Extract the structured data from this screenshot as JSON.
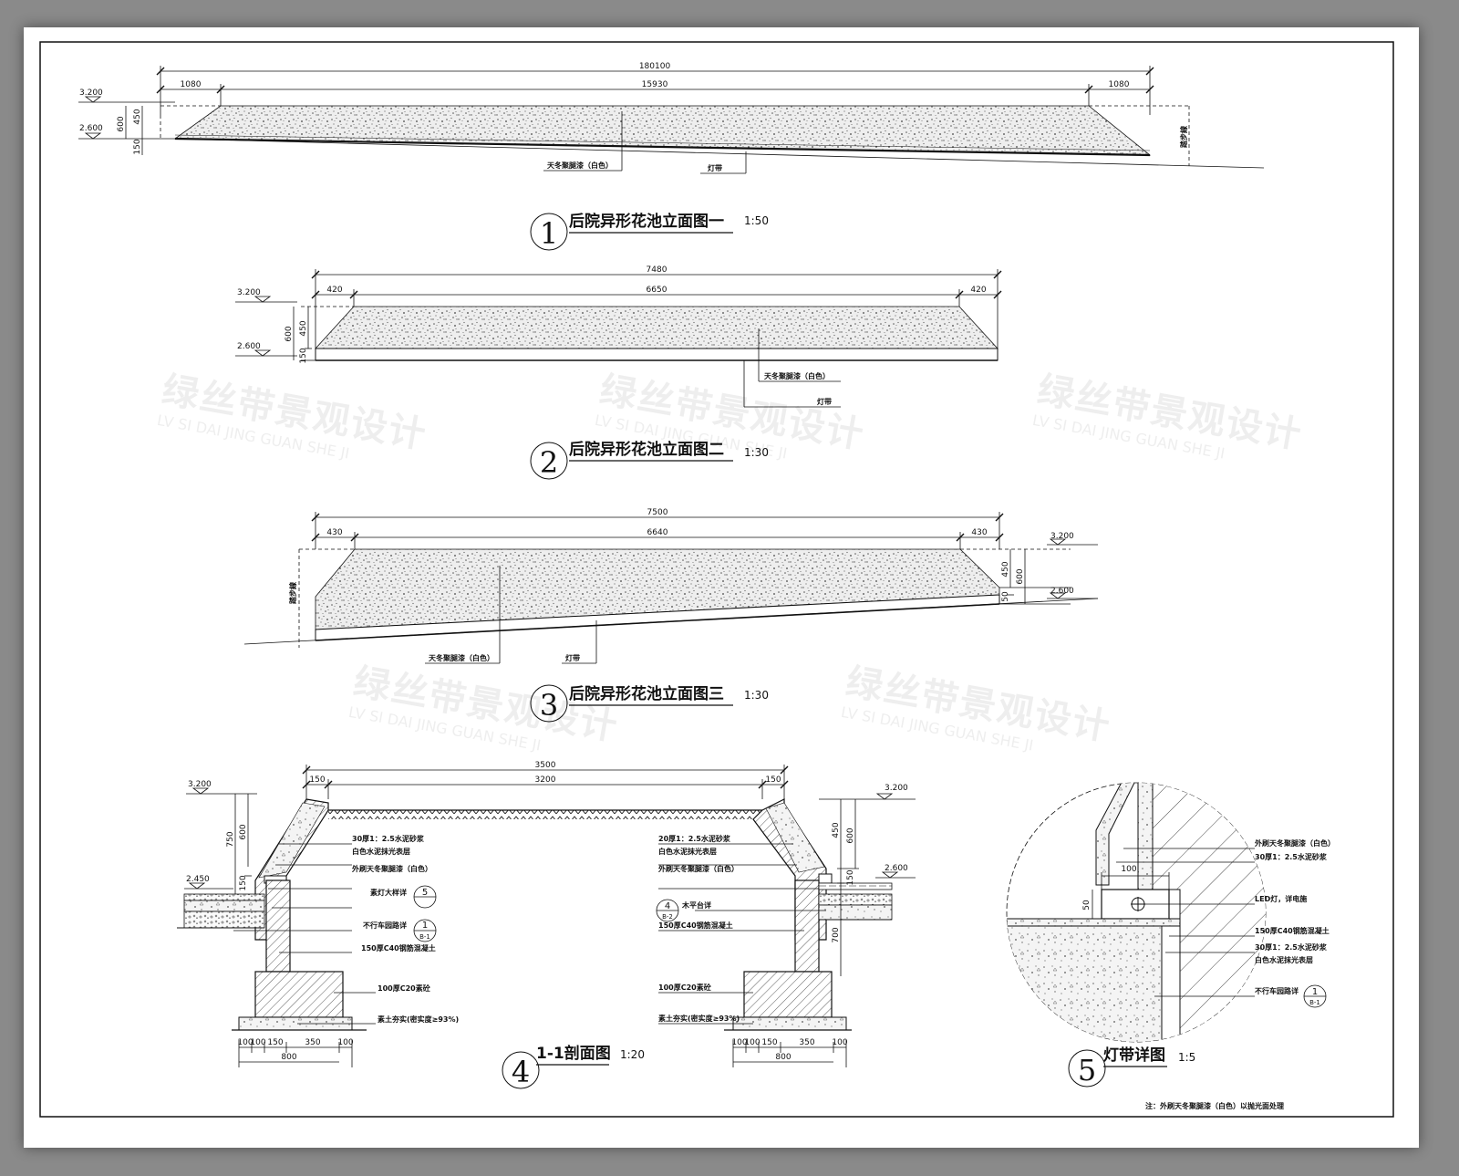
{
  "figures": [
    {
      "id": "1",
      "title": "后院异形花池立面图一",
      "scale": "1:50",
      "dims": {
        "overall": "180100",
        "left": "1080",
        "middle": "15930",
        "right": "1080",
        "h_total": "600",
        "h_upper": "450",
        "h_lower": "150",
        "side_tag": "踏步線"
      },
      "levels": {
        "top": "3.200",
        "bottom": "2.600"
      },
      "callouts": {
        "paint": "天冬聚腿漆（白色）",
        "light": "灯带"
      }
    },
    {
      "id": "2",
      "title": "后院异形花池立面图二",
      "scale": "1:30",
      "dims": {
        "overall": "7480",
        "left": "420",
        "middle": "6650",
        "right": "420",
        "h_total": "600",
        "h_upper": "450",
        "h_lower": "150"
      },
      "levels": {
        "top": "3.200",
        "bottom": "2.600"
      },
      "callouts": {
        "paint": "天冬聚腿漆（白色）",
        "light": "灯带"
      }
    },
    {
      "id": "3",
      "title": "后院异形花池立面图三",
      "scale": "1:30",
      "dims": {
        "overall": "7500",
        "left": "430",
        "middle": "6640",
        "right": "430",
        "h_total": "600",
        "h_upper": "450",
        "h_lower": "50",
        "side_tag": "踏步線"
      },
      "levels": {
        "top": "3.200",
        "bottom": "2.600"
      },
      "callouts": {
        "paint": "天冬聚腿漆（白色）",
        "light": "灯带"
      }
    },
    {
      "id": "4",
      "title": "1-1剖面图",
      "scale": "1:20",
      "dims": {
        "overall": "3500",
        "left": "150",
        "middle": "3200",
        "right": "150",
        "l_h1": "750",
        "l_h2": "600",
        "l_h3": "150",
        "r_h1": "450",
        "r_h2": "600",
        "r_h3": "150",
        "r_h4": "700",
        "bottom_parts": [
          "100",
          "100",
          "150",
          "350",
          "100"
        ],
        "bottom_total": "800"
      },
      "levels": {
        "left_top": "3.200",
        "left_ground": "2.450",
        "right_top": "3.200",
        "right_ground": "2.600"
      },
      "left_notes": [
        "30厚1：2.5水泥砂浆",
        "白色水泥抹光表层",
        "外刷天冬聚腿漆（白色）",
        "素灯大样详",
        "不行车园路详",
        "150厚C40钢筋混凝土",
        "100厚C20素砼",
        "素土夯实(密实度≥93%)"
      ],
      "left_refs": {
        "lamp_top": "5",
        "road_top": "1",
        "road_bottom": "B-1"
      },
      "right_notes": [
        "20厚1：2.5水泥砂浆",
        "白色水泥抹光表层",
        "外刷天冬聚腿漆（白色）",
        "木平台详",
        "150厚C40钢筋混凝土",
        "100厚C20素砼",
        "素土夯实(密实度≥93%)"
      ],
      "right_refs": {
        "deck_top": "4",
        "deck_bottom": "B-2"
      }
    },
    {
      "id": "5",
      "title": "灯带详图",
      "scale": "1:5",
      "dims": {
        "d1": "100",
        "d2": "50"
      },
      "notes": [
        "外刷天冬聚腿漆（白色）",
        "30厚1：2.5水泥砂浆",
        "LED灯，详电施",
        "150厚C40钢筋混凝土",
        "30厚1：2.5水泥砂浆",
        "白色水泥抹光表层",
        "不行车园路详"
      ],
      "refs": {
        "road_top": "1",
        "road_bottom": "B-1"
      }
    }
  ],
  "footnote": "注：外刷天冬聚腿漆（白色）以抛光面处理",
  "watermark": {
    "cn": "绿丝带景观设计",
    "en": "LV SI DAI JING GUAN SHE JI"
  }
}
